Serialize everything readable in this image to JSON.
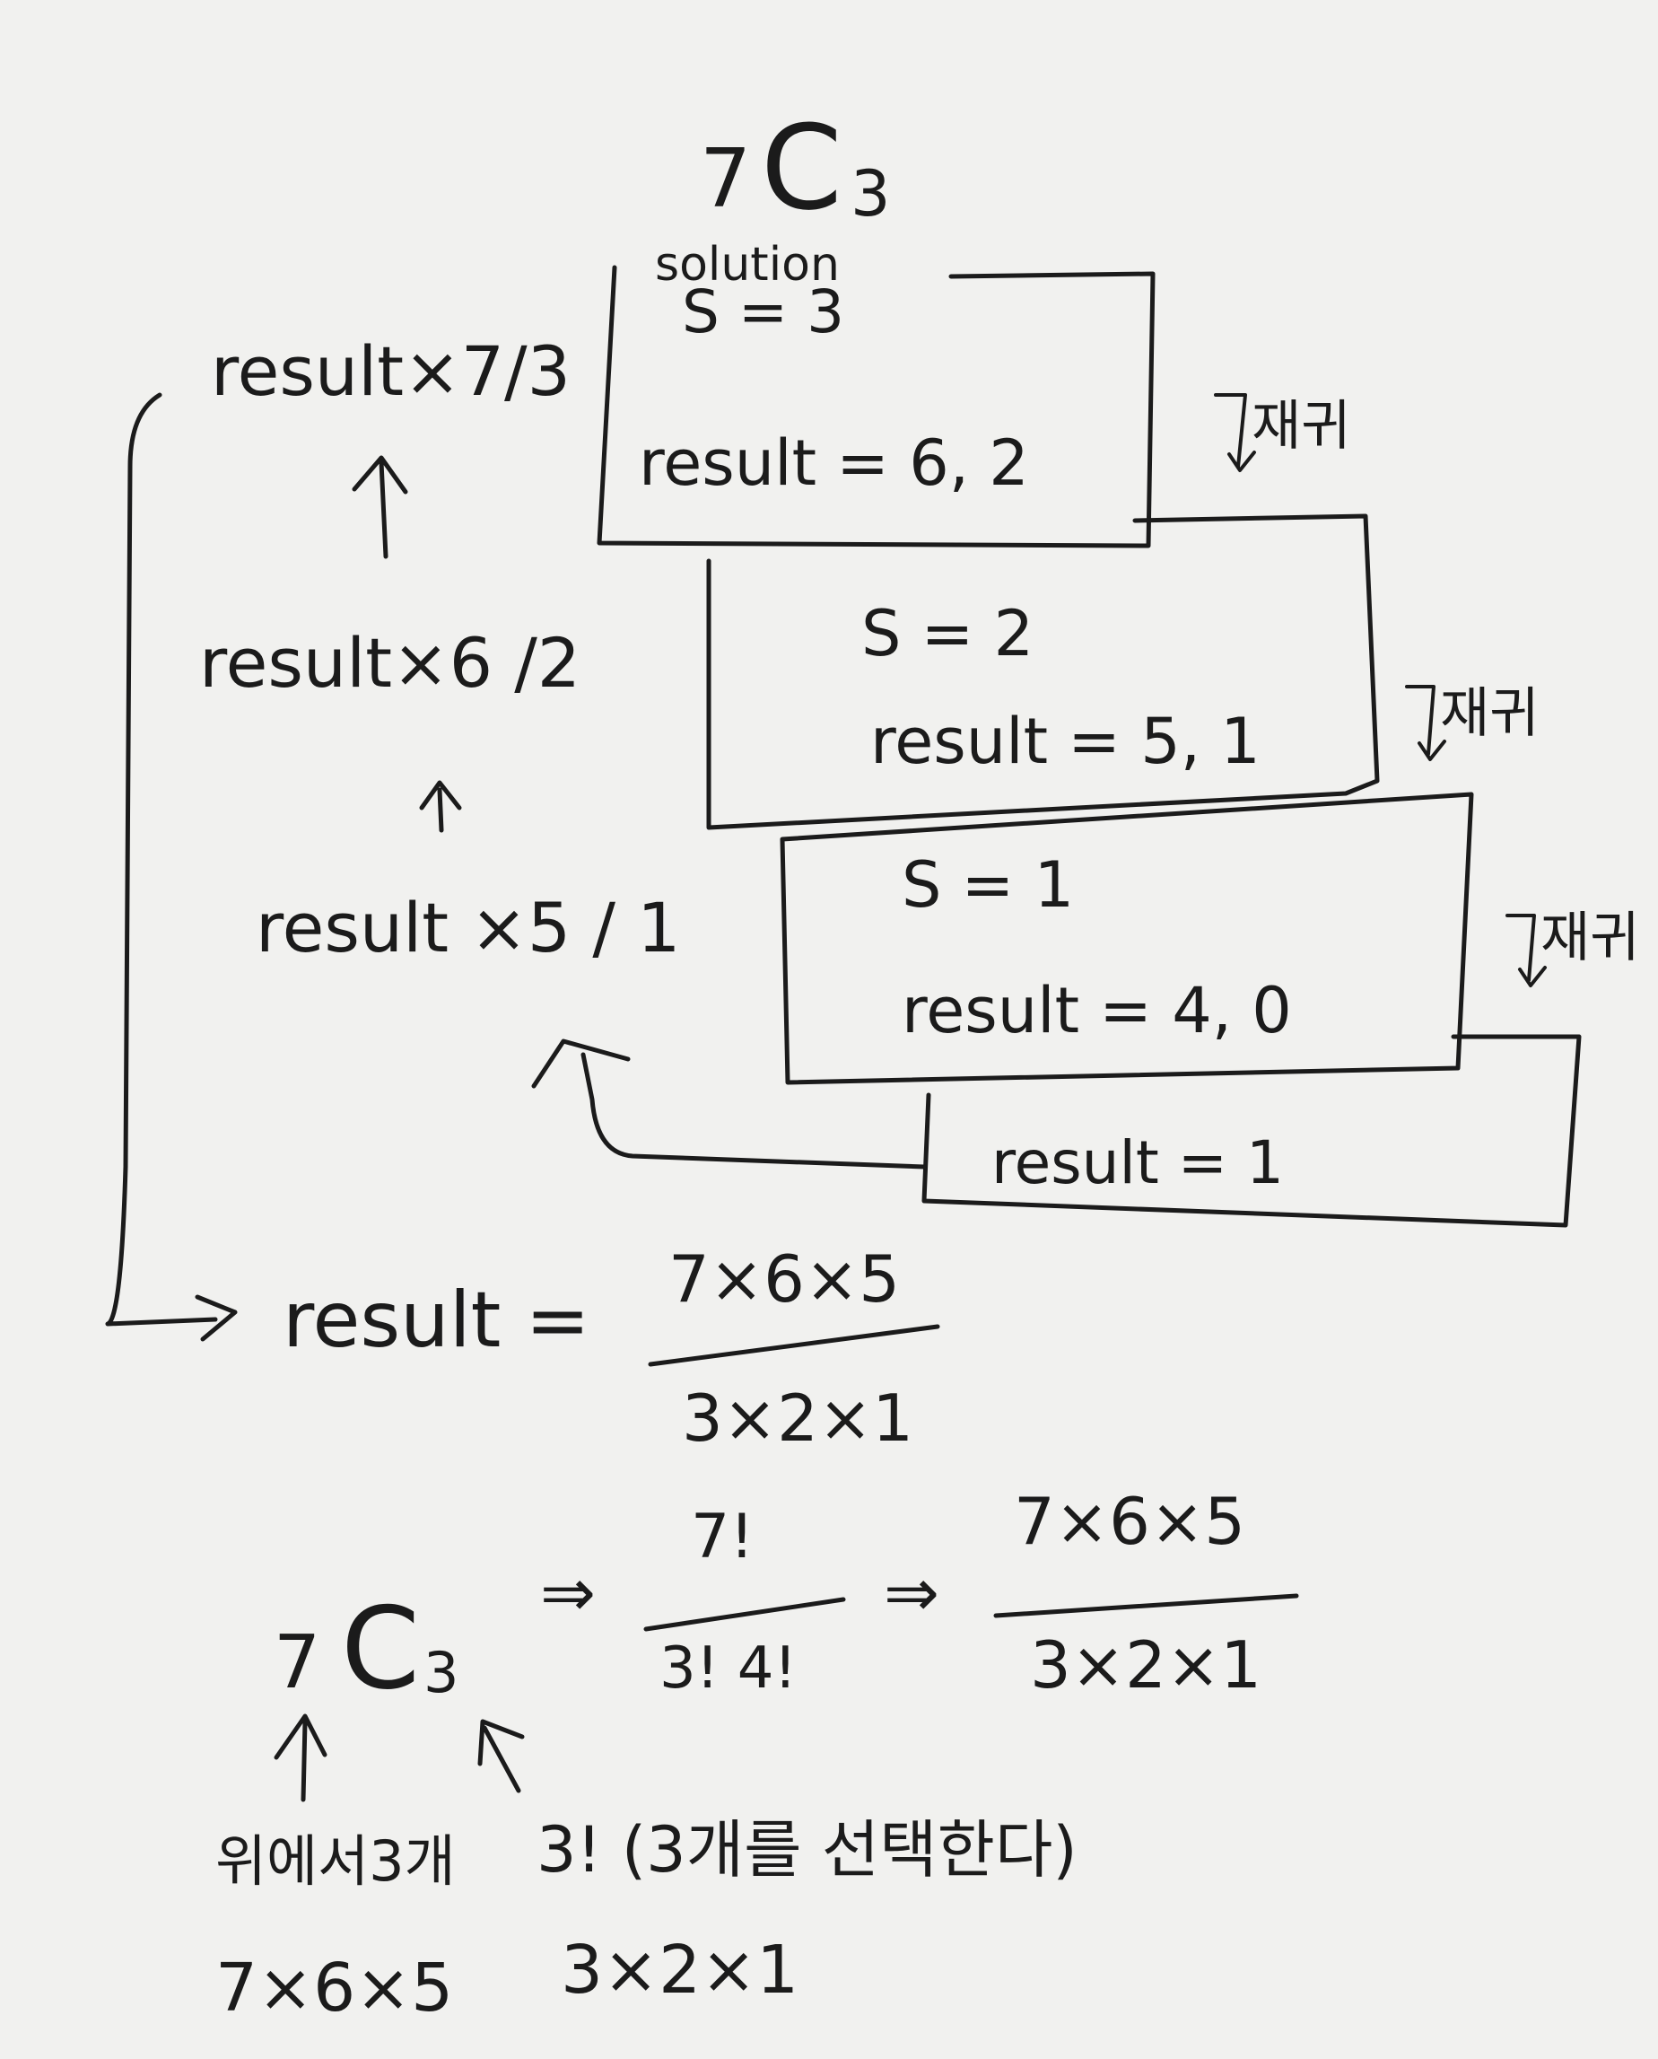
{
  "title": {
    "n": "7",
    "c": "C",
    "k": "3"
  },
  "frames": [
    {
      "label": "solution",
      "s": "S = 3",
      "result": "result = 6, 2"
    },
    {
      "s": "S = 2",
      "result": "result = 5, 1"
    },
    {
      "s": "S = 1",
      "result": "result = 4, 0"
    },
    {
      "result": "result = 1"
    }
  ],
  "recursion_label": "재귀",
  "left_steps": [
    "result×7/3",
    "result×6 /2",
    "result ×5 / 1"
  ],
  "final": {
    "lhs": "result =",
    "num": "7×6×5",
    "den": "3×2×1"
  },
  "formula": {
    "n": "7",
    "c": "C",
    "k": "3",
    "arrow1": "⇒",
    "num1": "7!",
    "den1": "3! 4!",
    "arrow2": "⇒",
    "num2": "7×6×5",
    "den2": "3×2×1"
  },
  "notes": {
    "left_label": "위에서3개",
    "right_label": "3! (3개를 선택한다)",
    "left_value": "7×6×5",
    "right_value": "3×2×1"
  }
}
